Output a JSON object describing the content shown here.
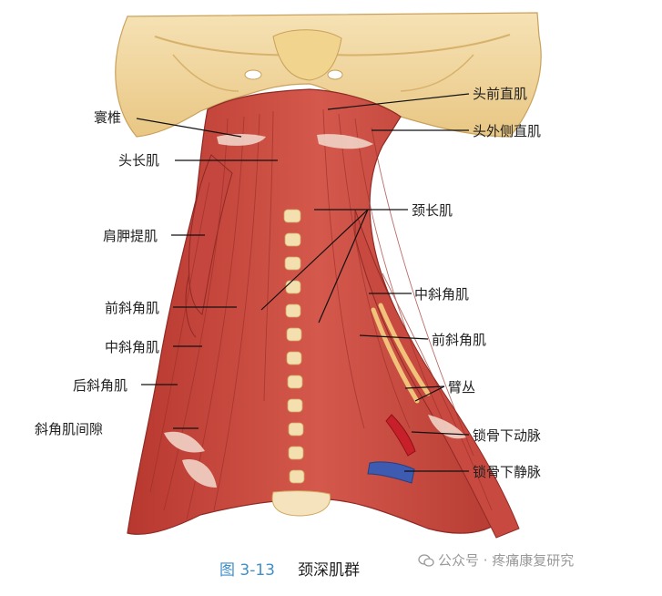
{
  "labels": {
    "atlas": "寰椎",
    "longus_capitis": "头长肌",
    "levator_scapulae": "肩胛提肌",
    "scalenus_anterior_left": "前斜角肌",
    "scalenus_medius_left": "中斜角肌",
    "scalenus_posterior": "后斜角肌",
    "scalene_gap": "斜角肌间隙",
    "rectus_capitis_anterior": "头前直肌",
    "rectus_capitis_lateralis": "头外侧直肌",
    "longus_colli": "颈长肌",
    "scalenus_medius_right": "中斜角肌",
    "scalenus_anterior_right": "前斜角肌",
    "brachial_plexus": "臂丛",
    "subclavian_artery": "锁骨下动脉",
    "subclavian_vein": "锁骨下静脉"
  },
  "caption": {
    "figure_number": "图 3-13",
    "title": "颈深肌群"
  },
  "watermark": {
    "text": "公众号 · 疼痛康复研究",
    "icon": "wechat-icon"
  },
  "colors": {
    "muscle": "#c9473f",
    "muscle_dark": "#a8322c",
    "bone": "#f3d9a4",
    "bone_dark": "#d9b56e",
    "artery": "#c8202a",
    "vein": "#3d5bb0",
    "caption_accent": "#3f8fc9"
  }
}
